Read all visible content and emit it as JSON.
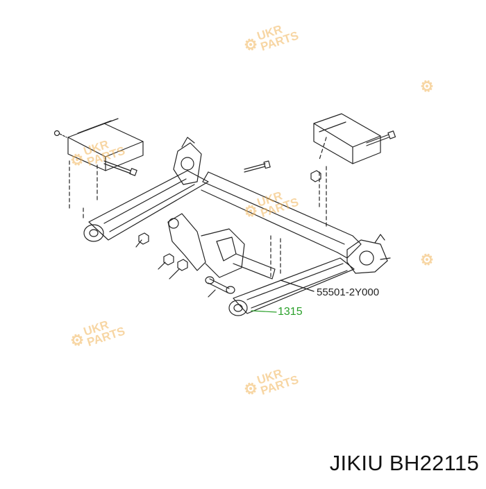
{
  "labels": {
    "part_number": "55501-2Y000",
    "reference_number": "1315"
  },
  "caption": "JIKIU BH22115",
  "watermark": {
    "brand_line1": "UKR",
    "brand_line2": "PARTS"
  },
  "colors": {
    "line": "#222222",
    "reference_green": "#2aa02a",
    "watermark": "#f0b45a"
  }
}
